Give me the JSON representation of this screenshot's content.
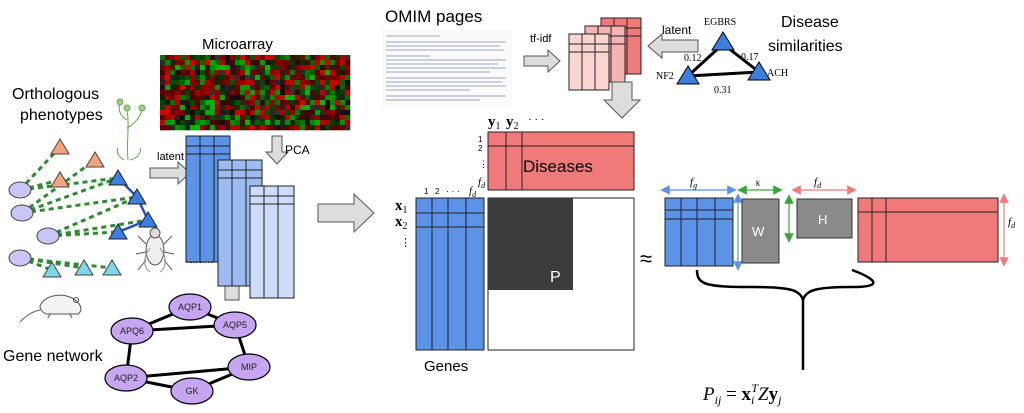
{
  "labels": {
    "microarray": "Microarray",
    "orthologous": "Orthologous",
    "phenotypes": "phenotypes",
    "omim": "OMIM pages",
    "disease": "Disease",
    "similarities": "similarities",
    "latent_top": "latent",
    "latent_mid": "latent",
    "latent_low": "latent",
    "tfidf": "tf-idf",
    "pca": "PCA",
    "gene_network": "Gene network",
    "genes": "Genes",
    "diseases": "Diseases",
    "p_block": "P",
    "w_block": "W",
    "h_block": "H",
    "approx": "≈",
    "fg": "f",
    "fg_sub": "g",
    "k": "k",
    "fd": "f",
    "fd_sub": "d",
    "fd_right": "f",
    "fd_right_sub": "d",
    "fd_cols": "f",
    "fd_cols_sub": "d",
    "col_1": "1",
    "col_2": "2",
    "col_dots": "· · ·",
    "row_1": "1",
    "row_2": "2",
    "row_dots": "⋮",
    "x1": "x",
    "x1_sub": "1",
    "x2": "x",
    "x2_sub": "2",
    "x_dots": "⋮",
    "y1": "y",
    "y1_sub": "1",
    "y2": "y",
    "y2_sub": "2",
    "y_dots": "· · ·",
    "formula_lhs": "P",
    "formula_lhs_sub": "ij",
    "formula_eq": " = ",
    "formula_x": "x",
    "formula_x_sub": "i",
    "formula_x_sup": "T",
    "formula_z": "Z",
    "formula_y": "y",
    "formula_y_sub": "j"
  },
  "disease_graph": {
    "nodes": [
      "EGBRS",
      "NF2",
      "ACH"
    ],
    "edges": [
      "0.12",
      "0.17",
      "0.31"
    ]
  },
  "gene_network": {
    "nodes": [
      "AQP1",
      "APQ6",
      "AQP5",
      "MIP",
      "AQP2",
      "GK"
    ]
  },
  "colors": {
    "blue": "#5b93e6",
    "blue_mid": "#9cbcf0",
    "blue_light": "#cddcf7",
    "red": "#f07a7a",
    "red_light": "#f7b3b3",
    "red_pale": "#fbd4d4",
    "gray_dark": "#3c3c3c",
    "gray": "#8a8a8a",
    "purple": "#c6a6f0",
    "orange": "#f4a37e",
    "cyan": "#7fd6ea",
    "lavender": "#c9c6f5",
    "green": "#2e8b2e"
  }
}
